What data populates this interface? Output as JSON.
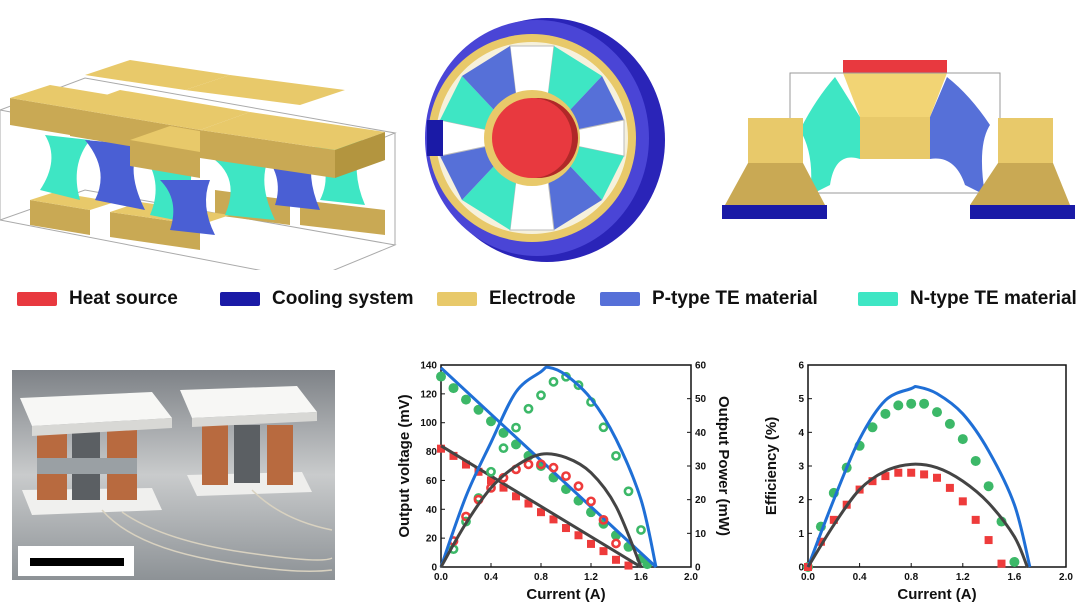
{
  "legend": {
    "heat_source": "Heat source",
    "cooling_system": "Cooling system",
    "electrode": "Electrode",
    "p_type": "P-type TE material",
    "n_type": "N-type TE material"
  },
  "colors": {
    "heat_source": "#e8393f",
    "cooling_system": "#1a1aa6",
    "electrode": "#e8c96a",
    "p_type": "#5670d8",
    "n_type": "#3ee6c4",
    "blue_line": "#1f6fd6",
    "gray_line": "#444444",
    "green_marker": "#3cb868",
    "red_marker": "#ee3b3b"
  },
  "chart_data": [
    {
      "type": "scatter",
      "xlabel": "Current (A)",
      "ylabel": "Output voltage (mV)",
      "y2label": "Output Power (mW)",
      "xlim": [
        0,
        2.0
      ],
      "ylim": [
        0,
        140
      ],
      "y2lim": [
        0,
        60
      ],
      "xticks": [
        "0.0",
        "0.4",
        "0.8",
        "1.2",
        "1.6",
        "2.0"
      ],
      "yticks": [
        "0",
        "20",
        "40",
        "60",
        "80",
        "100",
        "120",
        "140"
      ],
      "y2ticks": [
        "0",
        "10",
        "20",
        "30",
        "40",
        "50",
        "60"
      ],
      "series": [
        {
          "axis": "left",
          "kind": "markers",
          "marker": "circle",
          "color": "green",
          "x": [
            0.0,
            0.1,
            0.2,
            0.3,
            0.4,
            0.5,
            0.6,
            0.7,
            0.8,
            0.9,
            1.0,
            1.1,
            1.2,
            1.3,
            1.4,
            1.5,
            1.6,
            1.65
          ],
          "y": [
            132,
            124,
            116,
            109,
            101,
            93,
            85,
            77,
            70,
            62,
            54,
            46,
            38,
            30,
            22,
            14,
            6,
            2
          ]
        },
        {
          "axis": "left",
          "kind": "markers",
          "marker": "square",
          "color": "red",
          "x": [
            0.0,
            0.1,
            0.2,
            0.3,
            0.4,
            0.5,
            0.6,
            0.7,
            0.8,
            0.9,
            1.0,
            1.1,
            1.2,
            1.3,
            1.4,
            1.5
          ],
          "y": [
            82,
            77,
            71,
            66,
            60,
            55,
            49,
            44,
            38,
            33,
            27,
            22,
            16,
            11,
            5,
            1
          ]
        },
        {
          "axis": "left",
          "kind": "line",
          "color": "blue",
          "x": [
            0.0,
            1.72
          ],
          "y": [
            138,
            0
          ]
        },
        {
          "axis": "left",
          "kind": "line",
          "color": "gray",
          "x": [
            0.0,
            1.6
          ],
          "y": [
            84,
            0
          ]
        },
        {
          "axis": "right",
          "kind": "markers",
          "marker": "ring",
          "color": "green",
          "x": [
            0.1,
            0.2,
            0.3,
            0.4,
            0.5,
            0.6,
            0.7,
            0.8,
            0.9,
            1.0,
            1.1,
            1.2,
            1.3,
            1.4,
            1.5,
            1.6
          ],
          "y": [
            5.3,
            13.5,
            20.5,
            28.3,
            35.3,
            41.4,
            47,
            51,
            55,
            56.5,
            54,
            49,
            41.5,
            33,
            22.5,
            11
          ]
        },
        {
          "axis": "right",
          "kind": "markers",
          "marker": "ring",
          "color": "red",
          "x": [
            0.1,
            0.2,
            0.3,
            0.4,
            0.5,
            0.6,
            0.7,
            0.8,
            0.9,
            1.0,
            1.1,
            1.2,
            1.3,
            1.4
          ],
          "y": [
            7.7,
            15,
            20,
            23.5,
            26.5,
            29,
            30.5,
            30.5,
            29.5,
            27,
            24,
            19.5,
            14,
            7
          ]
        },
        {
          "axis": "right",
          "kind": "curve",
          "color": "blue",
          "x": [
            0.0,
            0.2,
            0.4,
            0.6,
            0.8,
            0.86,
            1.0,
            1.2,
            1.4,
            1.6,
            1.72
          ],
          "y": [
            0,
            21,
            37,
            52,
            58,
            59.3,
            57,
            50,
            38,
            20,
            0
          ]
        },
        {
          "axis": "right",
          "kind": "curve",
          "color": "gray",
          "x": [
            0.0,
            0.2,
            0.4,
            0.6,
            0.8,
            1.0,
            1.2,
            1.4,
            1.6
          ],
          "y": [
            0,
            13,
            23.5,
            30,
            33.5,
            32.5,
            28,
            18,
            0
          ]
        }
      ]
    },
    {
      "type": "scatter",
      "xlabel": "Current (A)",
      "ylabel": "Efficiency (%)",
      "xlim": [
        0,
        2.0
      ],
      "ylim": [
        0,
        6
      ],
      "xticks": [
        "0.0",
        "0.4",
        "0.8",
        "1.2",
        "1.6",
        "2.0"
      ],
      "yticks": [
        "0",
        "1",
        "2",
        "3",
        "4",
        "5",
        "6"
      ],
      "series": [
        {
          "kind": "markers",
          "marker": "circle",
          "color": "green",
          "x": [
            0.0,
            0.1,
            0.2,
            0.3,
            0.4,
            0.5,
            0.6,
            0.7,
            0.8,
            0.9,
            1.0,
            1.1,
            1.2,
            1.3,
            1.4,
            1.5,
            1.6
          ],
          "y": [
            0.0,
            1.2,
            2.2,
            2.95,
            3.6,
            4.15,
            4.55,
            4.8,
            4.85,
            4.85,
            4.6,
            4.25,
            3.8,
            3.15,
            2.4,
            1.35,
            0.15
          ]
        },
        {
          "kind": "markers",
          "marker": "square",
          "color": "red",
          "x": [
            0.0,
            0.1,
            0.2,
            0.3,
            0.4,
            0.5,
            0.6,
            0.7,
            0.8,
            0.9,
            1.0,
            1.1,
            1.2,
            1.3,
            1.4,
            1.5
          ],
          "y": [
            0.0,
            0.75,
            1.4,
            1.85,
            2.3,
            2.55,
            2.7,
            2.8,
            2.8,
            2.75,
            2.65,
            2.35,
            1.95,
            1.4,
            0.8,
            0.1
          ]
        },
        {
          "kind": "curve",
          "color": "blue",
          "x": [
            0.0,
            0.2,
            0.4,
            0.6,
            0.8,
            0.85,
            1.0,
            1.2,
            1.4,
            1.6,
            1.72
          ],
          "y": [
            0,
            2.0,
            3.8,
            4.95,
            5.3,
            5.35,
            5.15,
            4.55,
            3.45,
            1.85,
            0
          ]
        },
        {
          "kind": "curve",
          "color": "gray",
          "x": [
            0.0,
            0.2,
            0.4,
            0.6,
            0.8,
            1.0,
            1.2,
            1.4,
            1.6,
            1.7
          ],
          "y": [
            0,
            1.25,
            2.3,
            2.85,
            3.05,
            2.95,
            2.55,
            1.9,
            0.9,
            0
          ]
        }
      ]
    }
  ]
}
